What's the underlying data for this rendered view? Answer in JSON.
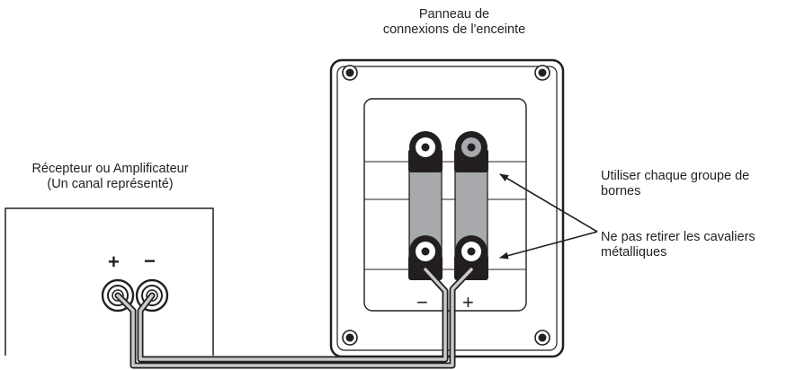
{
  "panel_label": {
    "line1": "Panneau de",
    "line2": "connexions de l'enceinte"
  },
  "receiver_label": {
    "line1": "Récepteur ou Amplificateur",
    "line2": "(Un canal représenté)"
  },
  "callout_terminals": {
    "line1": "Utiliser chaque groupe de",
    "line2": "bornes"
  },
  "callout_jumpers": {
    "line1": "Ne pas retirer les cavaliers",
    "line2": "métalliques"
  },
  "receiver_signs": {
    "plus": "+",
    "minus": "−"
  },
  "speaker_signs": {
    "minus": "−",
    "plus": "+"
  }
}
